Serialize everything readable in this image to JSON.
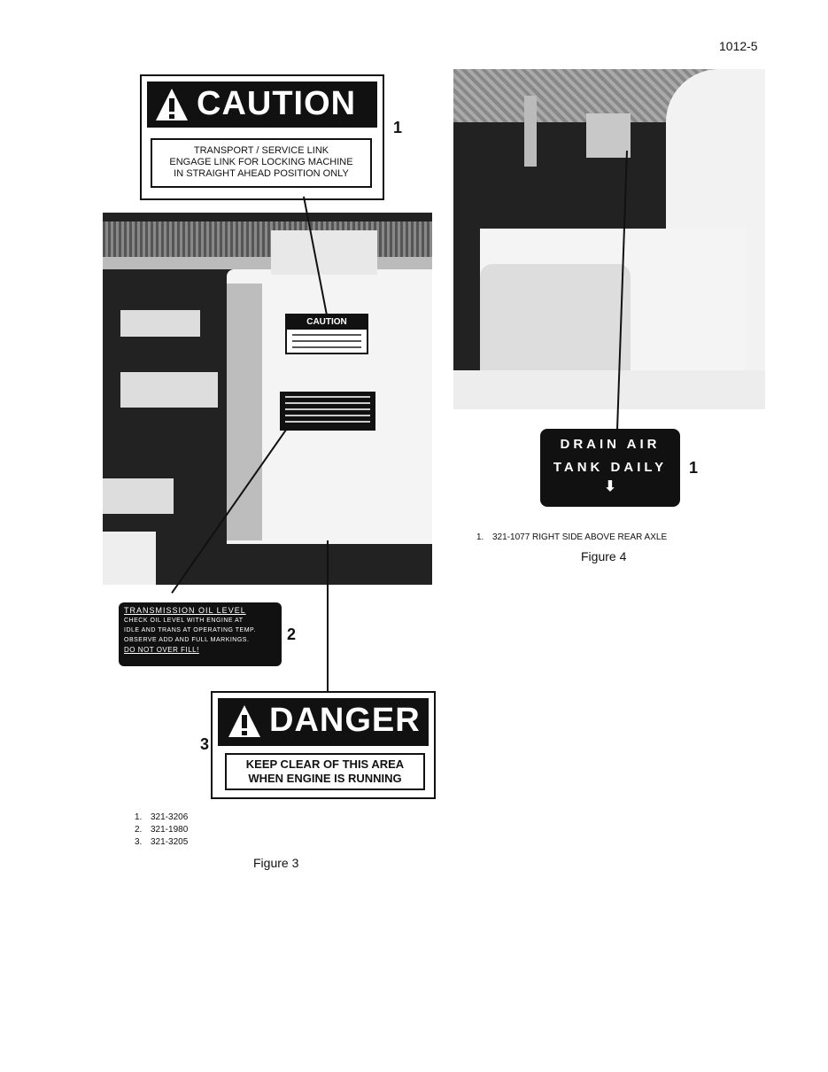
{
  "page_number": "1012-5",
  "figure3": {
    "caution_label": {
      "header": "CAUTION",
      "lines": [
        "TRANSPORT / SERVICE LINK",
        "ENGAGE LINK FOR LOCKING MACHINE",
        "IN STRAIGHT AHEAD POSITION ONLY"
      ],
      "callout": "1"
    },
    "photo_mini_caution": "CAUTION",
    "transmission_label": {
      "title": "TRANSMISSION OIL LEVEL",
      "lines": [
        "CHECK OIL LEVEL WITH ENGINE AT",
        "IDLE AND TRANS AT OPERATING TEMP.",
        "OBSERVE ADD AND FULL MARKINGS."
      ],
      "last": "DO NOT OVER FILL!",
      "callout": "2"
    },
    "danger_label": {
      "header": "DANGER",
      "lines": [
        "KEEP CLEAR OF THIS AREA",
        "WHEN ENGINE IS RUNNING"
      ],
      "callout": "3"
    },
    "parts": [
      {
        "num": "1.",
        "text": "321-3206"
      },
      {
        "num": "2.",
        "text": "321-1980"
      },
      {
        "num": "3.",
        "text": "321-3205"
      }
    ],
    "caption": "Figure 3"
  },
  "figure4": {
    "drain_label": {
      "line1": "DRAIN AIR",
      "line2": "TANK DAILY",
      "arrow": "⬇",
      "callout": "1"
    },
    "parts": [
      {
        "num": "1.",
        "text": "321-1077 RIGHT SIDE ABOVE REAR AXLE"
      }
    ],
    "caption": "Figure 4"
  }
}
